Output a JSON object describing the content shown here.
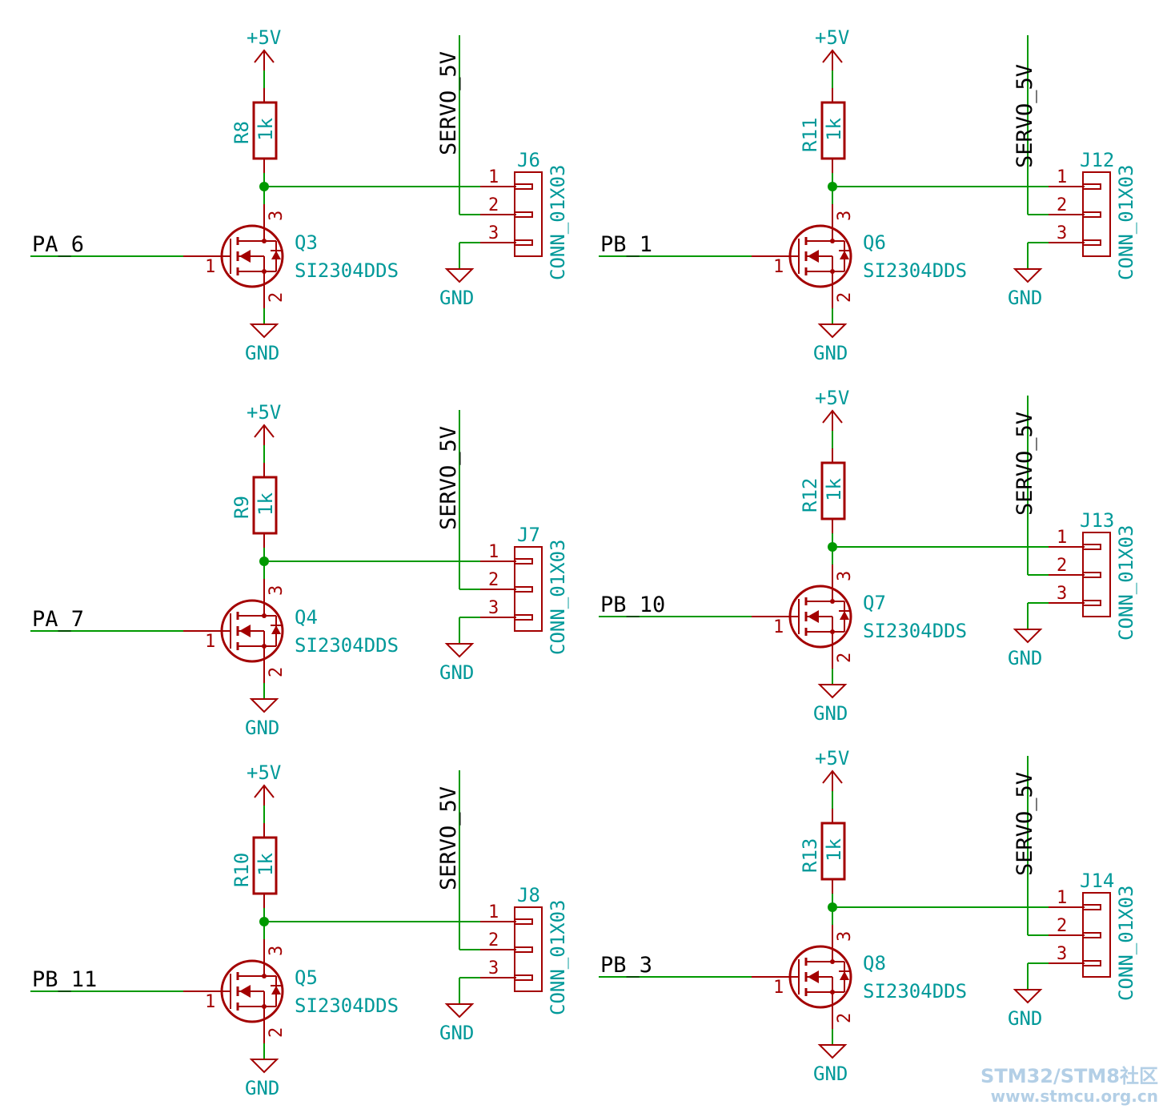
{
  "channels": [
    {
      "ref_r": "R8",
      "val_r": "1k",
      "ref_q": "Q3",
      "part_q": "SI2304DDS",
      "ref_j": "J6",
      "part_j": "CONN_01X03",
      "net_in": "PA_6",
      "pwr": "+5V",
      "servo": "SERVO_5V",
      "gnd_q": "GND",
      "gnd_j": "GND"
    },
    {
      "ref_r": "R11",
      "val_r": "1k",
      "ref_q": "Q6",
      "part_q": "SI2304DDS",
      "ref_j": "J12",
      "part_j": "CONN_01X03",
      "net_in": "PB_1",
      "pwr": "+5V",
      "servo": "SERVO_5V",
      "gnd_q": "GND",
      "gnd_j": "GND"
    },
    {
      "ref_r": "R9",
      "val_r": "1k",
      "ref_q": "Q4",
      "part_q": "SI2304DDS",
      "ref_j": "J7",
      "part_j": "CONN_01X03",
      "net_in": "PA_7",
      "pwr": "+5V",
      "servo": "SERVO_5V",
      "gnd_q": "GND",
      "gnd_j": "GND"
    },
    {
      "ref_r": "R12",
      "val_r": "1k",
      "ref_q": "Q7",
      "part_q": "SI2304DDS",
      "ref_j": "J13",
      "part_j": "CONN_01X03",
      "net_in": "PB_10",
      "pwr": "+5V",
      "servo": "SERVO_5V",
      "gnd_q": "GND",
      "gnd_j": "GND"
    },
    {
      "ref_r": "R10",
      "val_r": "1k",
      "ref_q": "Q5",
      "part_q": "SI2304DDS",
      "ref_j": "J8",
      "part_j": "CONN_01X03",
      "net_in": "PB_11",
      "pwr": "+5V",
      "servo": "SERVO_5V",
      "gnd_q": "GND",
      "gnd_j": "GND"
    },
    {
      "ref_r": "R13",
      "val_r": "1k",
      "ref_q": "Q8",
      "part_q": "SI2304DDS",
      "ref_j": "J14",
      "part_j": "CONN_01X03",
      "net_in": "PB_3",
      "pwr": "+5V",
      "servo": "SERVO_5V",
      "gnd_q": "GND",
      "gnd_j": "GND"
    }
  ],
  "pin_numbers": {
    "gate": "1",
    "drain": "3",
    "source": "2",
    "conn": [
      "1",
      "2",
      "3"
    ]
  },
  "watermark": {
    "line1": "STM32/STM8社区",
    "line2": "www.stmcu.org.cn"
  },
  "colors": {
    "wire": "#009900",
    "component": "#a30000",
    "reference": "#009999",
    "net_label": "#000000"
  }
}
